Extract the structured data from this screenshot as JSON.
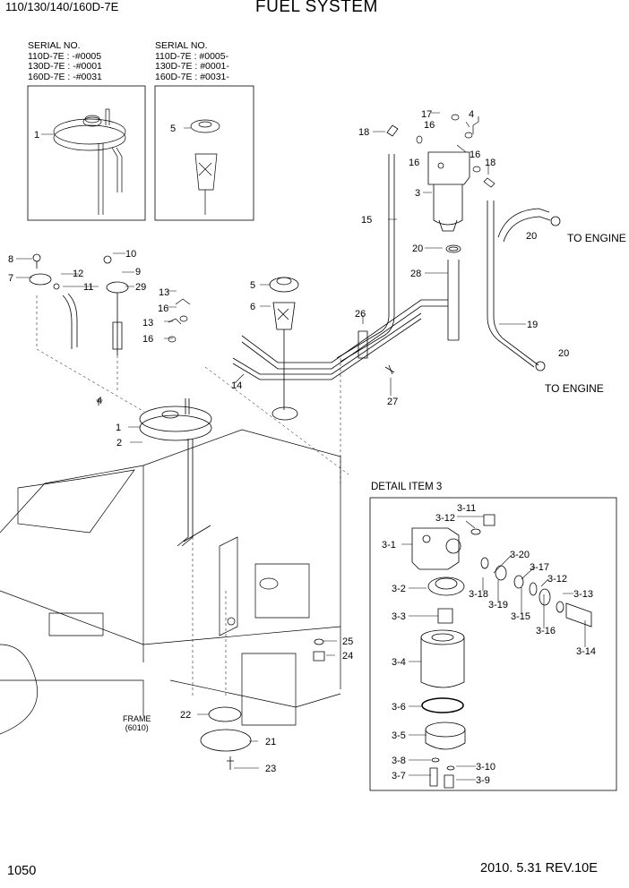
{
  "header": {
    "model": "110/130/140/160D-7E",
    "title": "FUEL SYSTEM"
  },
  "serial_boxes": [
    {
      "heading": "SERIAL NO.",
      "lines": [
        "110D-7E : -#0005",
        "130D-7E : -#0001",
        "160D-7E : -#0031"
      ]
    },
    {
      "heading": "SERIAL NO.",
      "lines": [
        "110D-7E : #0005-",
        "130D-7E : #0001-",
        "160D-7E : #0031-"
      ]
    }
  ],
  "detail": {
    "title": "DETAIL ITEM 3"
  },
  "frame_label": {
    "line1": "FRAME",
    "line2": "(6010)"
  },
  "to_engine": [
    "TO ENGINE",
    "TO ENGINE"
  ],
  "callouts": [
    "1",
    "5",
    "18",
    "17",
    "4",
    "16",
    "16",
    "16",
    "18",
    "3",
    "15",
    "20",
    "20",
    "28",
    "8",
    "7",
    "12",
    "11",
    "10",
    "9",
    "29",
    "13",
    "16",
    "13",
    "16",
    "5",
    "6",
    "26",
    "19",
    "20",
    "14",
    "27",
    "4",
    "1",
    "2",
    "25",
    "24",
    "22",
    "21",
    "23",
    "3-11",
    "3-12",
    "3-1",
    "3-20",
    "3-17",
    "3-12",
    "3-13",
    "3-2",
    "3-18",
    "3-19",
    "3-15",
    "3-16",
    "3-14",
    "3-3",
    "3-4",
    "3-6",
    "3-5",
    "3-8",
    "3-10",
    "3-7",
    "3-9"
  ],
  "footer": {
    "page": "1050",
    "date": "2010. 5.31  REV.10E"
  }
}
